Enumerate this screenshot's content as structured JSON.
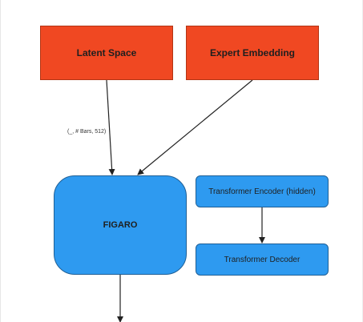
{
  "nodes": {
    "latent_space": "Latent Space",
    "expert_embedding": "Expert Embedding",
    "figaro": "FIGARO",
    "transformer_encoder": "Transformer Encoder (hidden)",
    "transformer_decoder": "Transformer Decoder"
  },
  "edge_labels": {
    "latent_to_figaro": "(_, # Bars, 512)"
  },
  "colors": {
    "red_node": "#f04822",
    "blue_node": "#2e9af0",
    "arrow": "#222222"
  }
}
